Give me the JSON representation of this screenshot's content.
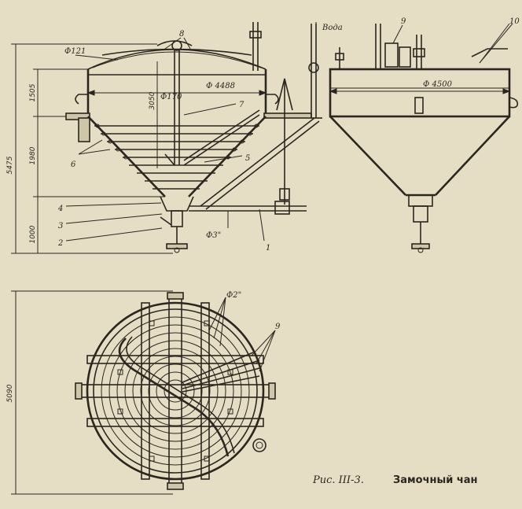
{
  "caption": {
    "prefix": "Рис. III-3.",
    "title": "Замочный чан"
  },
  "dimensions": {
    "total_height": "5475",
    "upper_section": "1505",
    "middle_section": "1980",
    "lower_section": "1000",
    "inner_height": "3050",
    "plan_diameter": "5090",
    "dia_121": "Ф121",
    "dia_170": "Ф170",
    "dia_4488": "Ф 4488",
    "dia_4500": "Ф 4500",
    "pipe_3in": "Ф3\"",
    "pipe_2in": "Ф2\"",
    "water": "Вода"
  },
  "callouts": {
    "c1": "1",
    "c2": "2",
    "c3": "3",
    "c4": "4",
    "c5": "5",
    "c6": "6",
    "c7": "7",
    "c8": "8",
    "c9": "9",
    "c10": "10"
  },
  "colors": {
    "paper": "#e6dec4",
    "ink": "#2b2620"
  }
}
